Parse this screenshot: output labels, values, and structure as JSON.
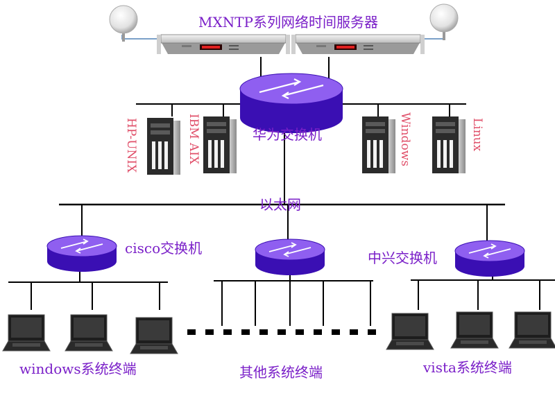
{
  "title": "MXNTP系列网络时间服务器",
  "core_switch": "华为交换机",
  "backbone": "以太网",
  "servers": [
    "HP-UNIX",
    "IBM AIX",
    "Windows",
    "Linux"
  ],
  "switches": {
    "left": "cisco交换机",
    "right": "中兴交换机"
  },
  "groups": {
    "left": "windows系统终端",
    "middle": "其他系统终端",
    "right": "vista系统终端"
  },
  "colors": {
    "label": "#7a1fc8",
    "server_label": "#e0506a",
    "switch_top": "#8f5ff0",
    "switch_side": "#3a0fb3",
    "line": "#000000"
  },
  "icons": [
    "gps-antenna-icon",
    "time-server-icon",
    "switch-icon",
    "server-tower-icon",
    "laptop-icon"
  ]
}
